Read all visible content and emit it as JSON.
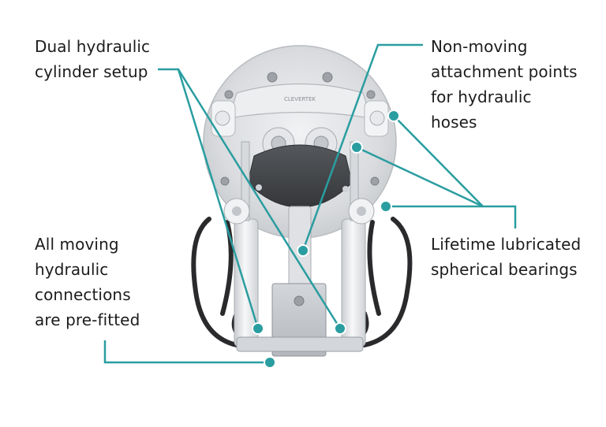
{
  "labels": {
    "dual": "Dual hydraulic\ncylinder setup",
    "nonmoving": "Non-moving\nattachment points\nfor hydraulic\nhoses",
    "lifetime": "Lifetime lubricated\nspherical bearings",
    "allmoving": "All moving\nhydraulic\nconnections\nare pre-fitted"
  },
  "device": {
    "brand_mark": "CLEVERTEK"
  },
  "colors": {
    "callout": "#2a9da0",
    "plate": "#d8dadd",
    "frame": "#eef0f2",
    "hose": "#2a2a2c",
    "mask": "#4a4c50"
  }
}
